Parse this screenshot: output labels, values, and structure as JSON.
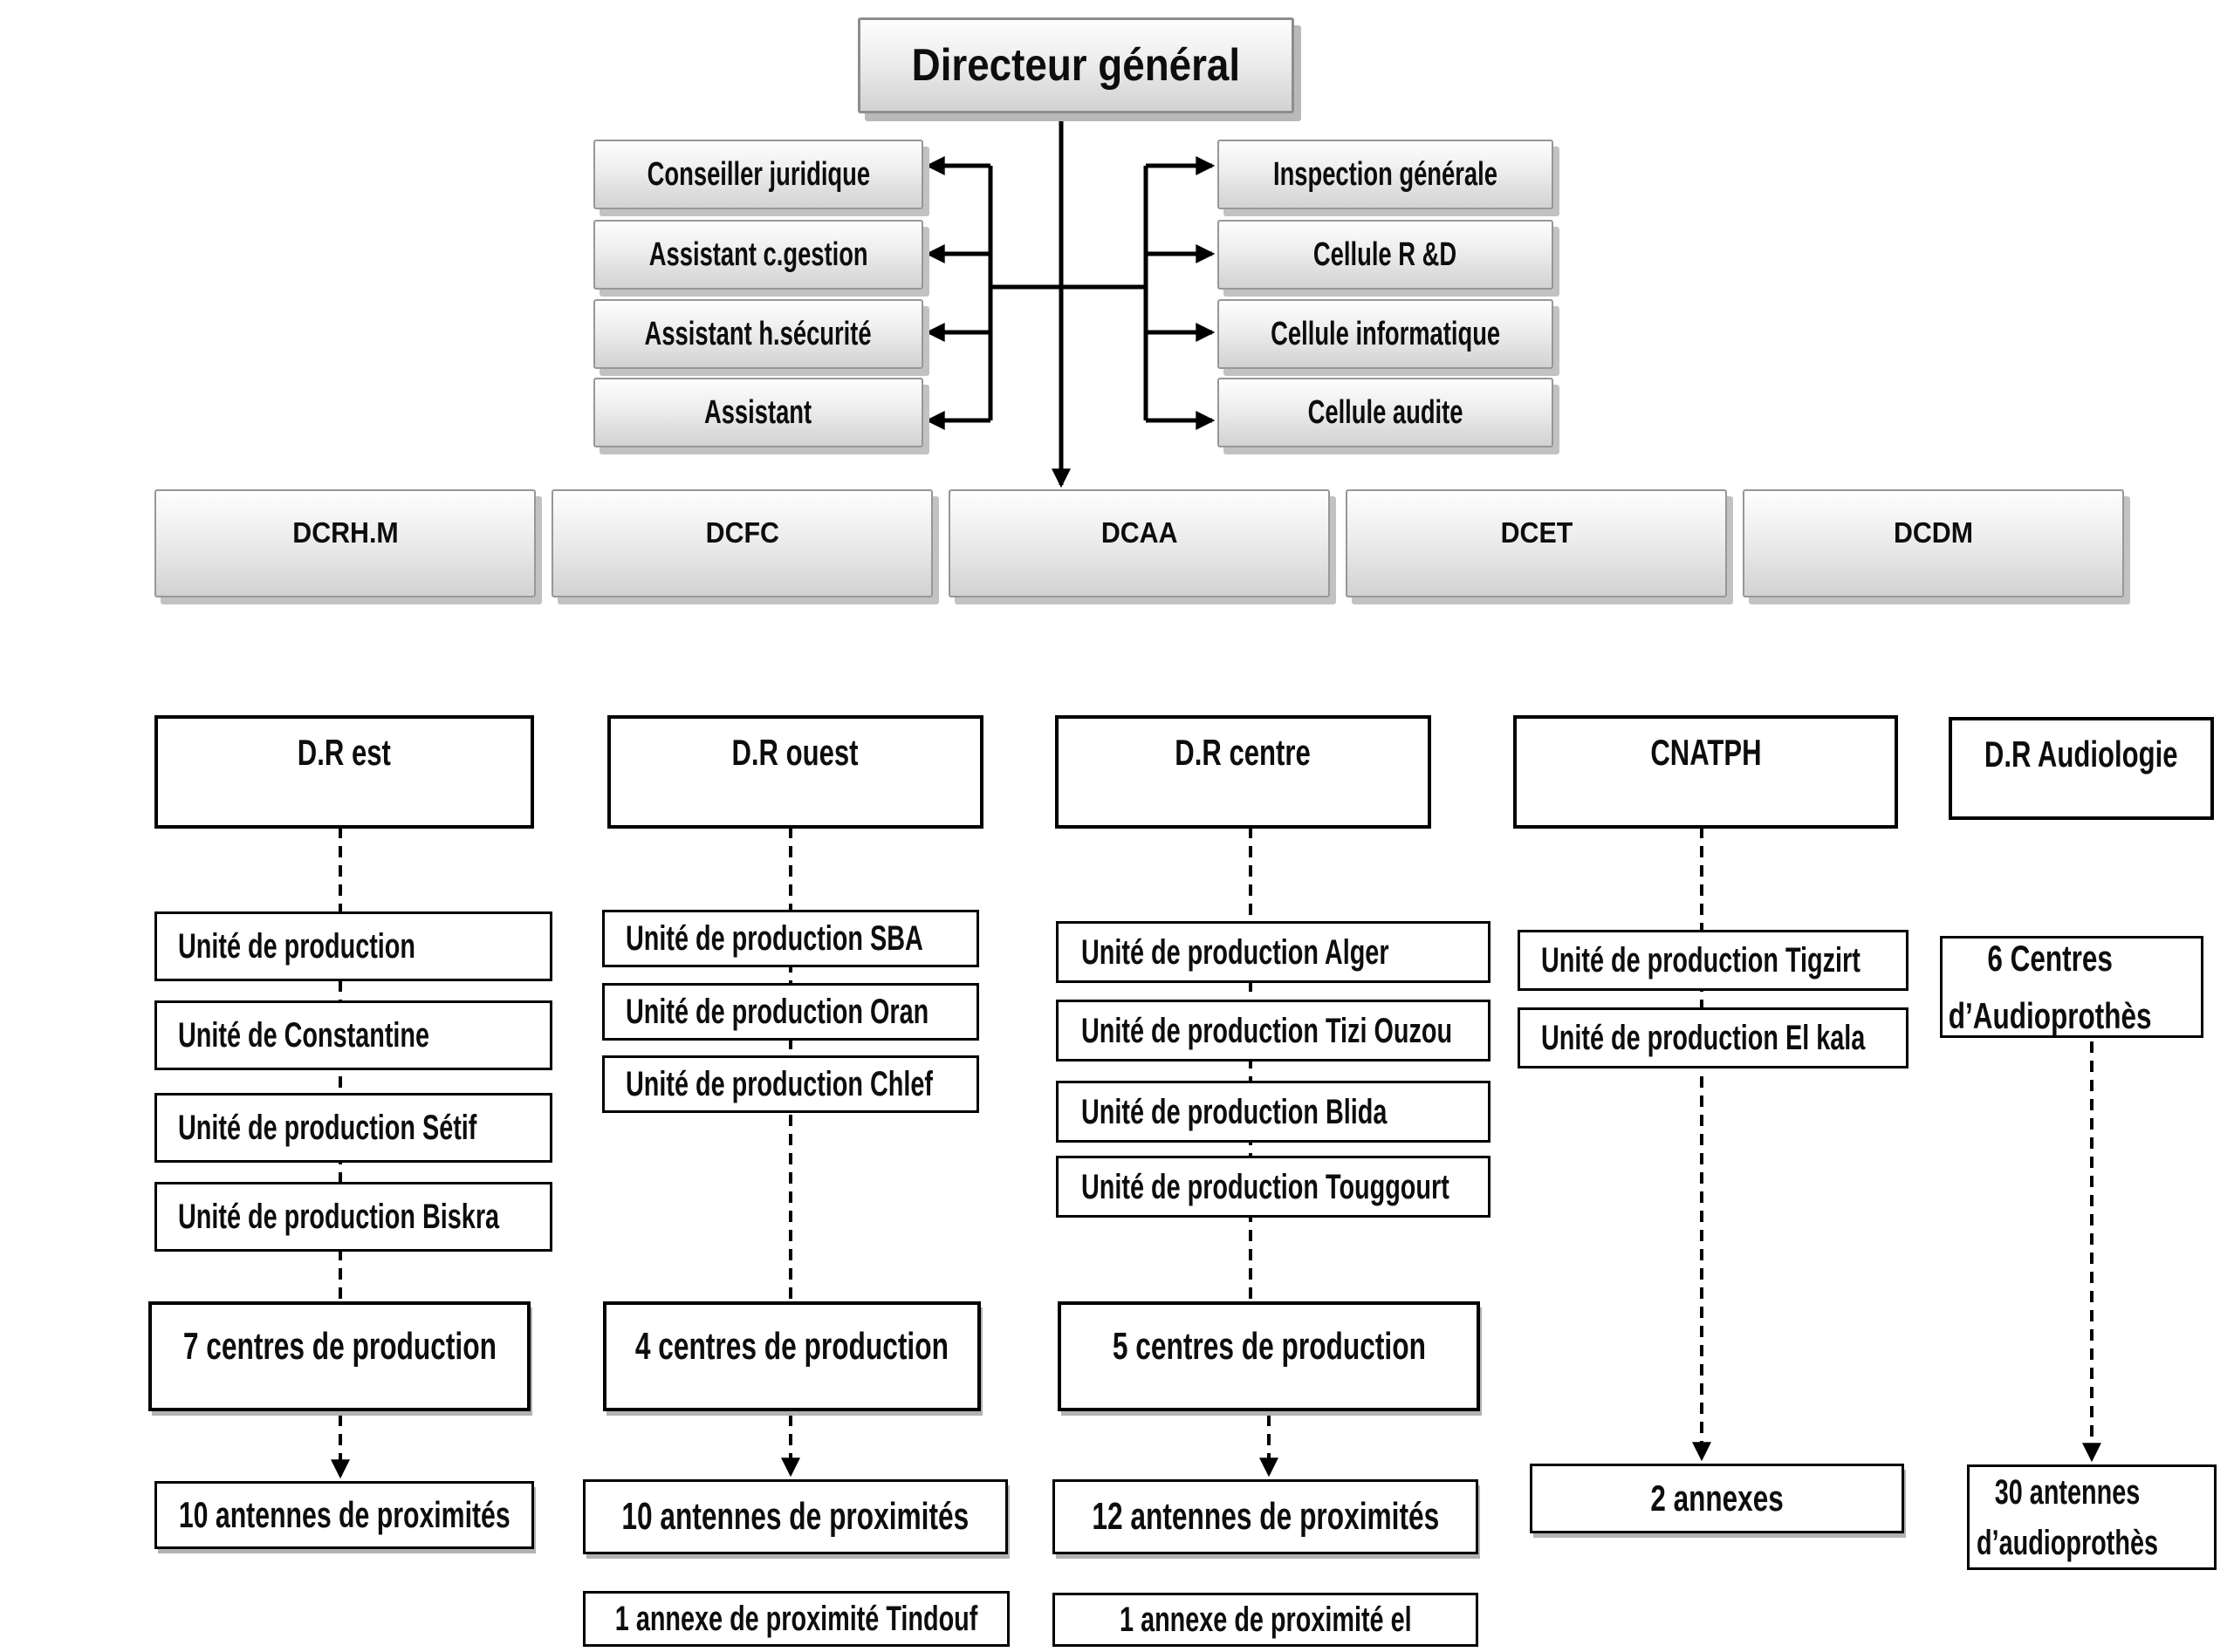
{
  "org": {
    "root": "Directeur général",
    "staff_left": [
      "Conseiller juridique",
      "Assistant c.gestion",
      "Assistant h.sécurité",
      "Assistant"
    ],
    "staff_right": [
      "Inspection générale",
      "Cellule R &D",
      "Cellule informatique",
      "Cellule audite"
    ],
    "departments": [
      "DCRH.M",
      "DCFC",
      "DCAA",
      "DCET",
      "DCDM"
    ],
    "regions": [
      {
        "name": "D.R est",
        "units": [
          "Unité de production",
          "Unité de Constantine",
          "Unité de production Sétif",
          "Unité de production Biskra"
        ],
        "centres": "7 centres de production",
        "antennes": "10 antennes de proximités"
      },
      {
        "name": "D.R ouest",
        "units": [
          "Unité de production SBA",
          "Unité de production Oran",
          "Unité de production Chlef"
        ],
        "centres": "4 centres de production",
        "antennes": "10 antennes de proximités",
        "annexe": "1 annexe de proximité Tindouf"
      },
      {
        "name": "D.R centre",
        "units": [
          "Unité de production Alger",
          "Unité de production Tizi Ouzou",
          "Unité de production Blida",
          "Unité de production Touggourt"
        ],
        "centres": "5 centres de production",
        "antennes": "12 antennes de proximités",
        "annexe": "1 annexe de proximité el"
      },
      {
        "name": "CNATPH",
        "units": [
          "Unité de production Tigzirt",
          "Unité de production El kala"
        ],
        "antennes": "2 annexes"
      },
      {
        "name": "D.R Audiologie",
        "units": [
          "6 Centres d’Audioprothès"
        ],
        "antennes": "30 antennes d’audioprothès"
      }
    ],
    "colors": {
      "connector": "#000000",
      "box_border": "#000000",
      "gradient_border": "#979797",
      "shadow": "#c2c2c2"
    }
  }
}
